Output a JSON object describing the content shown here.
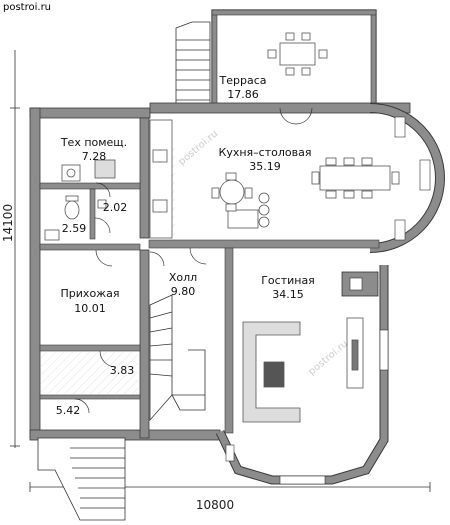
{
  "site": "postroi.ru",
  "watermark": "postroi.ru",
  "dimensions": {
    "width": "10800",
    "height": "14100"
  },
  "rooms": {
    "terrace": {
      "name": "Терраса",
      "area": "17.86"
    },
    "tech": {
      "name": "Тех помещ.",
      "area": "7.28"
    },
    "kitchen": {
      "name": "Кухня–столовая",
      "area": "35.19"
    },
    "wc1": {
      "area": "2.02"
    },
    "bath": {
      "area": "2.59"
    },
    "hall": {
      "name": "Холл",
      "area": "9.80"
    },
    "living": {
      "name": "Гостиная",
      "area": "34.15"
    },
    "entrance": {
      "name": "Прихожая",
      "area": "10.01"
    },
    "room383": {
      "area": "3.83"
    },
    "room542": {
      "area": "5.42"
    }
  },
  "colors": {
    "wall": "#8c8c8c",
    "wall_edge": "#3a3a3a",
    "line": "#222222",
    "furniture": "#555555"
  }
}
